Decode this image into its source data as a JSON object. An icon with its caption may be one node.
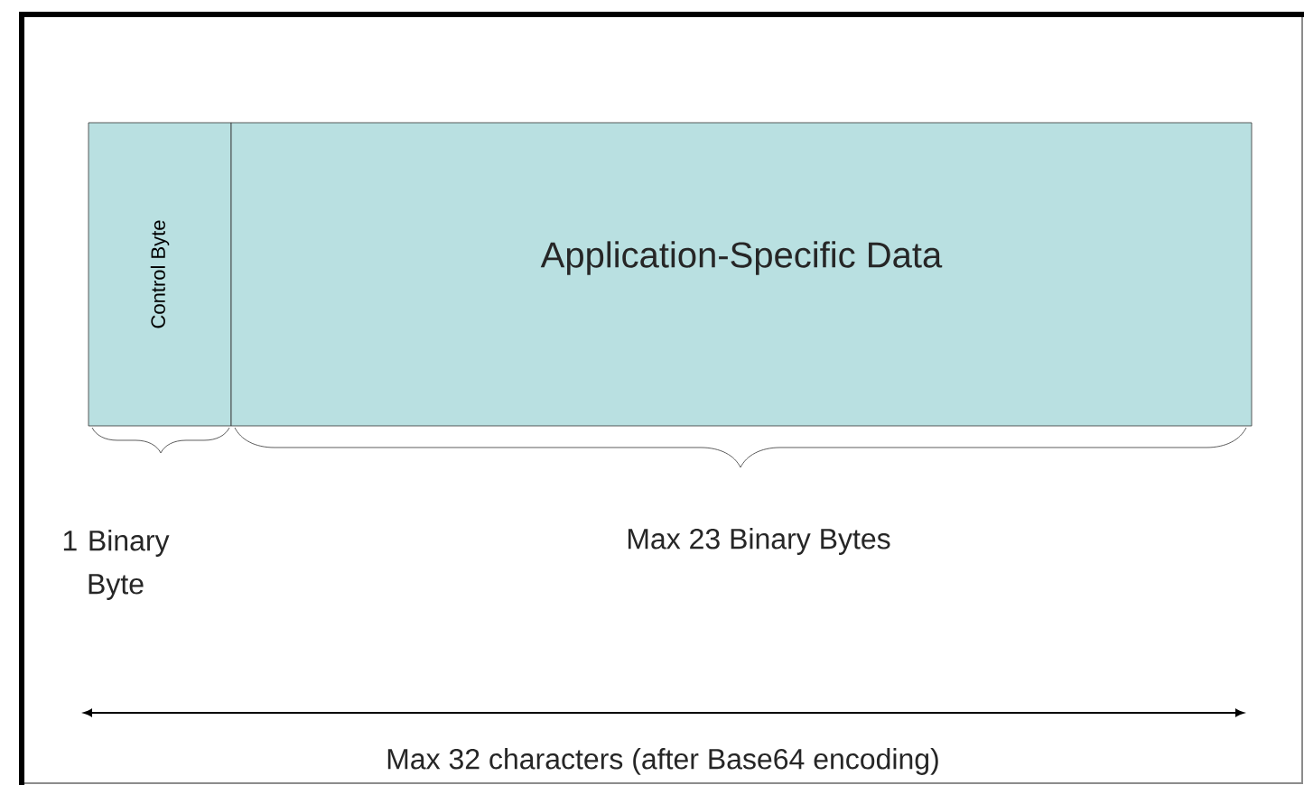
{
  "diagram": {
    "nodes": [
      {
        "text": [
          "Control Byte"
        ]
      },
      {
        "text": [
          "Application-Specific Data"
        ]
      }
    ],
    "labels": [
      "1 Binary Byte",
      "Max 23 Binary Bytes",
      "Max 32 characters (after Base64 encoding)"
    ]
  }
}
